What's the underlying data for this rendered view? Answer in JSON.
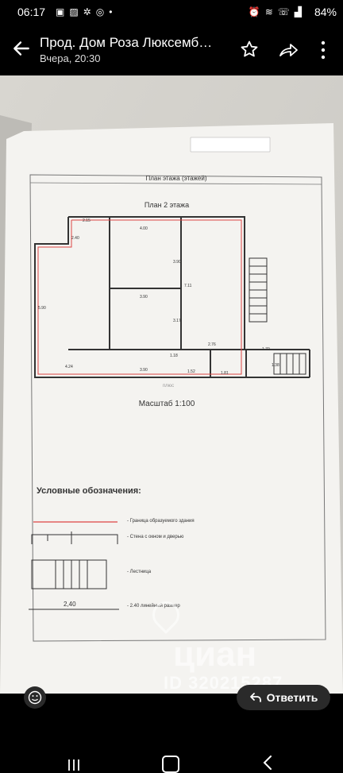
{
  "status": {
    "time": "06:17",
    "battery": "84%"
  },
  "header": {
    "title": "Прод. Дом Роза Люксемб…",
    "subtitle": "Вчера, 20:30"
  },
  "plan": {
    "header_title": "План этажа (этажей)",
    "floor_title": "План 2 этажа",
    "scale": "Масштаб 1:100",
    "watermark_small": "плюс",
    "dims": [
      "2.15",
      "4.00",
      "2.40",
      "3.90",
      "7.11",
      "3.90",
      "5.90",
      "3.17",
      "2.76",
      "1.70",
      "4.24",
      "3.90",
      "1.52",
      "1.81",
      "1.38",
      "1.18"
    ],
    "legend_title": "Условные обозначения:",
    "legend_items": [
      "- Граница образуемого здания",
      "- Стена с окном и дверью",
      "- Лестница",
      "- 2.40 линейный размер"
    ],
    "legend_dim": "2,40"
  },
  "watermark": {
    "brand": "циан",
    "id": "ID 320215287"
  },
  "actions": {
    "reply_label": "Ответить"
  }
}
